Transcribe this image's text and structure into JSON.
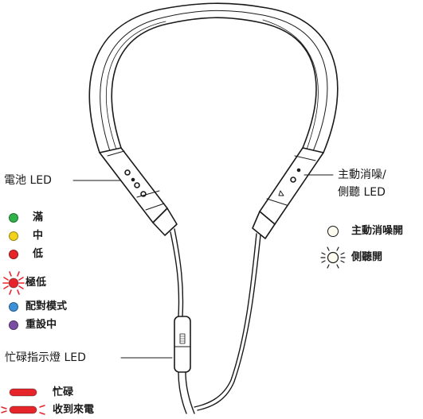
{
  "labels": {
    "battery_led": "電池 LED",
    "anc_line1": "主動消噪/",
    "anc_line2": "側聽 LED",
    "busy_led": "忙碌指示燈 LED"
  },
  "battery_legend": [
    {
      "label": "滿",
      "color": "#2fb24a"
    },
    {
      "label": "中",
      "color": "#f3d21c"
    },
    {
      "label": "低",
      "color": "#e5252a"
    },
    {
      "label": "極低",
      "color": "#e5252a",
      "blinking": true
    }
  ],
  "bluetooth_legend": [
    {
      "label": "配對模式",
      "color": "#3d8fd6"
    },
    {
      "label": "重設中",
      "color": "#7a4fa3"
    }
  ],
  "anc_legend": [
    {
      "label": "主動消噪開",
      "style": "outline-circle"
    },
    {
      "label": "側聽開",
      "style": "outline-circle-rays"
    }
  ],
  "busy_legend": [
    {
      "label": "忙碌",
      "color": "#e5252a"
    },
    {
      "label": "收到來電",
      "color": "#e5252a",
      "blinking": true
    }
  ]
}
